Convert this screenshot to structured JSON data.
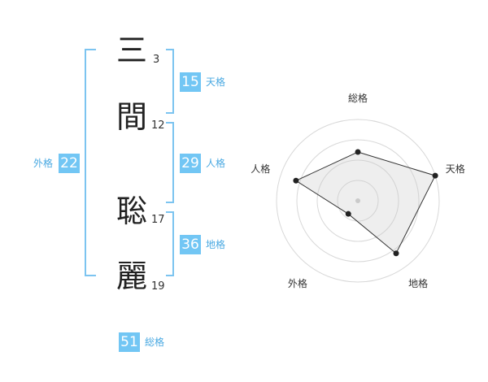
{
  "name_characters": [
    {
      "char": "三",
      "strokes": "3"
    },
    {
      "char": "間",
      "strokes": "12"
    },
    {
      "char": "聡",
      "strokes": "17"
    },
    {
      "char": "麗",
      "strokes": "19"
    }
  ],
  "fortune": {
    "gaikaku": {
      "value": "22",
      "label": "外格"
    },
    "tenkaku": {
      "value": "15",
      "label": "天格"
    },
    "jinkaku": {
      "value": "29",
      "label": "人格"
    },
    "chikaku": {
      "value": "36",
      "label": "地格"
    },
    "soukaku": {
      "value": "51",
      "label": "総格"
    }
  },
  "colors": {
    "accent": "#72c6f4",
    "bracket": "#7cc4f0",
    "accent_text": "#4aa9e2"
  },
  "chart_data": {
    "type": "radar",
    "axes": [
      "総格",
      "天格",
      "地格",
      "外格",
      "人格"
    ],
    "values": [
      3,
      5,
      4,
      1,
      4
    ],
    "max": 5,
    "rings": 4,
    "grid": true
  }
}
